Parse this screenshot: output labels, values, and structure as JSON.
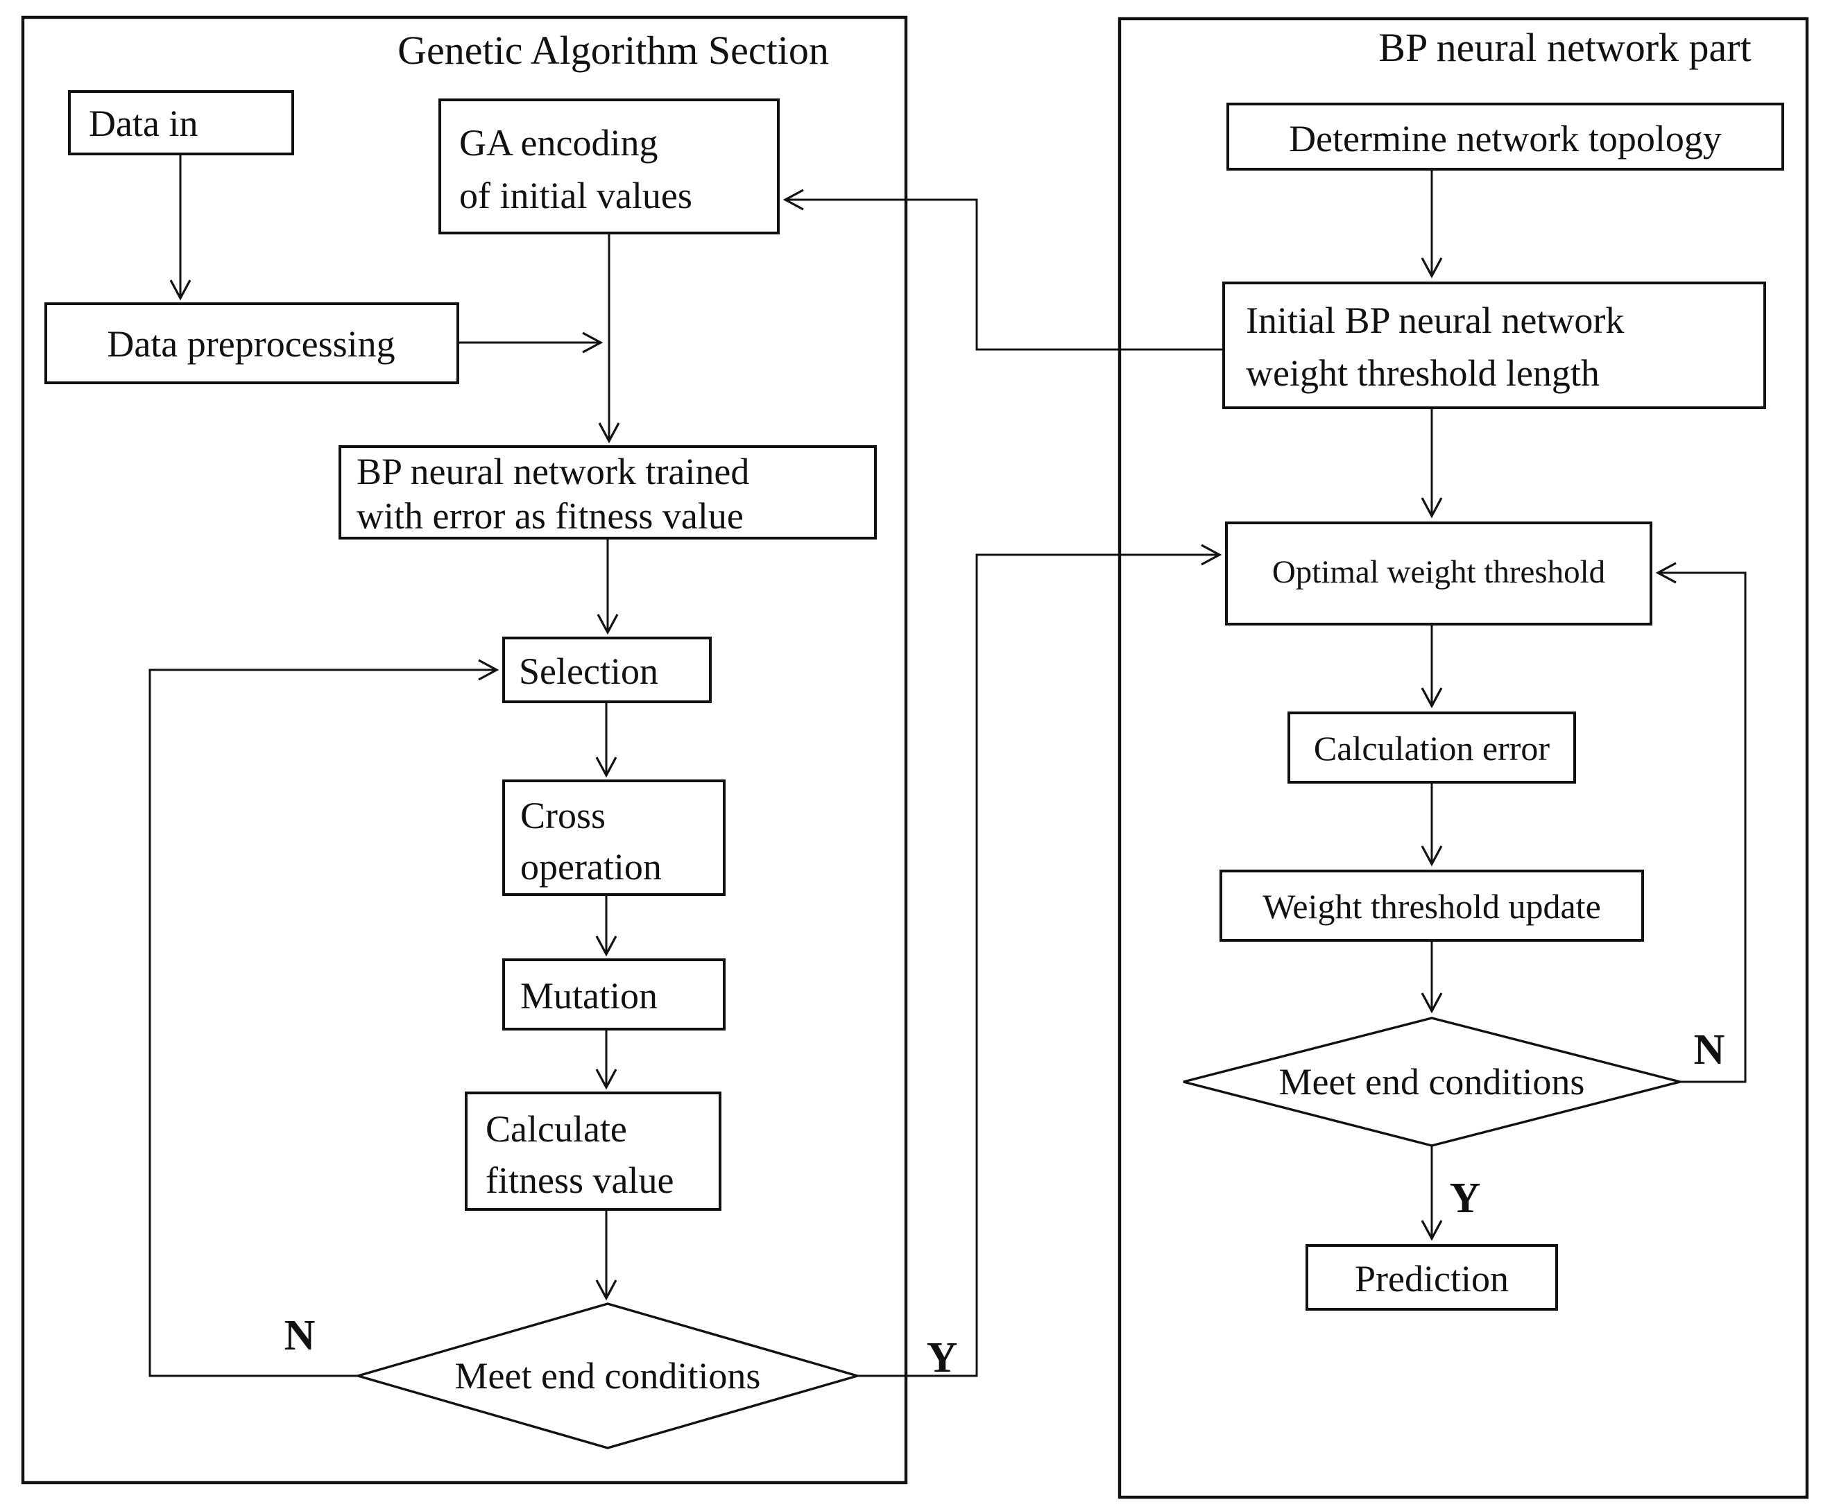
{
  "left_panel": {
    "title": "Genetic Algorithm Section",
    "data_in": "Data in",
    "ga_encoding": [
      "GA encoding",
      "of initial values"
    ],
    "data_preprocessing": "Data preprocessing",
    "bp_trained": [
      "BP neural network trained",
      "with error as fitness value"
    ],
    "selection": "Selection",
    "cross_operation": [
      "Cross",
      "operation"
    ],
    "mutation": "Mutation",
    "calculate_fitness": [
      "Calculate",
      "fitness value"
    ],
    "decision": "Meet end conditions",
    "branch_no": "N",
    "branch_yes": "Y"
  },
  "right_panel": {
    "title": "BP neural network part",
    "determine_topology": "Determine network topology",
    "initial_bp": [
      "Initial BP neural network",
      "weight threshold length"
    ],
    "optimal_weight": "Optimal weight threshold",
    "calculation_error": "Calculation error",
    "weight_update": "Weight threshold update",
    "decision": "Meet end conditions",
    "branch_no": "N",
    "branch_yes": "Y",
    "prediction": "Prediction"
  },
  "colors": {
    "stroke": "#111111",
    "background": "#ffffff"
  }
}
